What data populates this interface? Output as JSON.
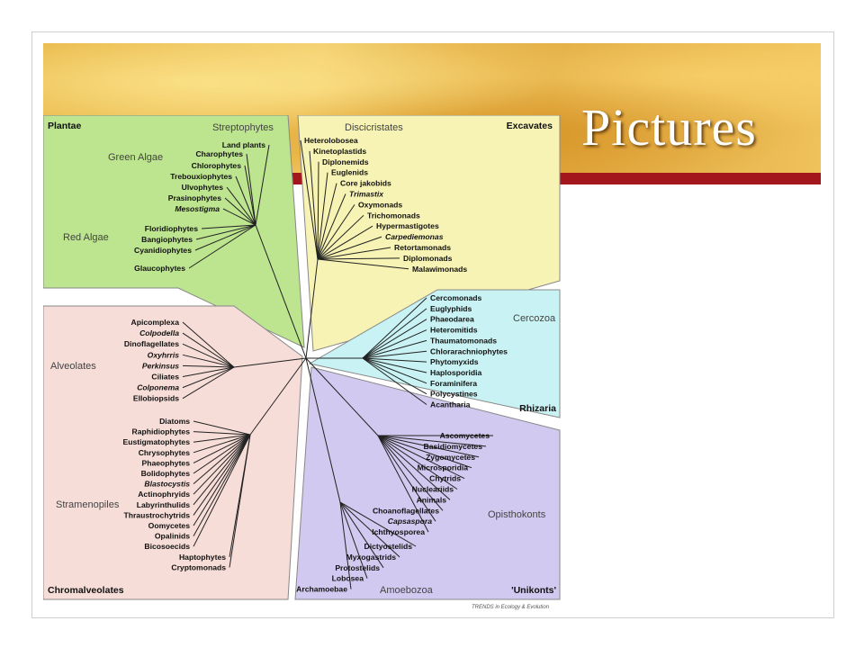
{
  "slide": {
    "title": "Pictures"
  },
  "figure": {
    "credit": "TRENDS in Ecology & Evolution",
    "supergroups": {
      "plantae": "Plantae",
      "excavates": "Excavates",
      "rhizaria": "Rhizaria",
      "unikonts": "'Unikonts'",
      "chromalveolates": "Chromalveolates"
    },
    "groups": {
      "streptophytes": "Streptophytes",
      "green_algae": "Green Algae",
      "red_algae": "Red Algae",
      "discicristates": "Discicristates",
      "cercozoa": "Cercozoa",
      "alveolates": "Alveolates",
      "stramenopiles": "Stramenopiles",
      "opisthokonts": "Opisthokonts",
      "amoebozoa": "Amoebozoa"
    },
    "taxa": {
      "plantae": [
        "Land plants",
        "Charophytes",
        "Chlorophytes",
        "Trebouxiophytes",
        "Ulvophytes",
        "Prasinophytes",
        "Mesostigma",
        "Floridiophytes",
        "Bangiophytes",
        "Cyanidiophytes",
        "Glaucophytes"
      ],
      "excavates": [
        "Heterolobosea",
        "Kinetoplastids",
        "Diplonemids",
        "Euglenids",
        "Core jakobids",
        "Trimastix",
        "Oxymonads",
        "Trichomonads",
        "Hypermastigotes",
        "Carpediemonas",
        "Retortamonads",
        "Diplomonads",
        "Malawimonads"
      ],
      "rhizaria": [
        "Cercomonads",
        "Euglyphids",
        "Phaeodarea",
        "Heteromitids",
        "Thaumatomonads",
        "Chlorarachniophytes",
        "Phytomyxids",
        "Haplosporidia",
        "Foraminifera",
        "Polycystines",
        "Acantharia"
      ],
      "alveolates": [
        "Apicomplexa",
        "Colpodella",
        "Dinoflagellates",
        "Oxyhrris",
        "Perkinsus",
        "Ciliates",
        "Colponema",
        "Ellobiopsids"
      ],
      "stramenopiles": [
        "Diatoms",
        "Raphidiophytes",
        "Eustigmatophytes",
        "Chrysophytes",
        "Phaeophytes",
        "Bolidophytes",
        "Blastocystis",
        "Actinophryids",
        "Labyrinthulids",
        "Thraustrochytrids",
        "Oomycetes",
        "Opalinids",
        "Bicosoecids",
        "Haptophytes",
        "Cryptomonads"
      ],
      "opisthokonts": [
        "Ascomycetes",
        "Basidiomycetes",
        "Zygomycetes",
        "Microsporidia",
        "Chytrids",
        "Nucleariids",
        "Animals",
        "Choanoflagellates",
        "Capsaspora",
        "Ichthyosporea"
      ],
      "amoebozoa": [
        "Dictyostelids",
        "Myxogastrids",
        "Protostelids",
        "Lobosea",
        "Archamoebae"
      ]
    },
    "italic_taxa": [
      "Mesostigma",
      "Trimastix",
      "Carpediemonas",
      "Colpodella",
      "Oxyhrris",
      "Perkinsus",
      "Colponema",
      "Blastocystis",
      "Capsaspora"
    ],
    "colors": {
      "plantae": "#bde48f",
      "excavates": "#f7f3b5",
      "rhizaria": "#c8f2f3",
      "unikonts": "#d1c9ef",
      "chromalveolates": "#f6ddd7",
      "title_band_red": "#a3171c"
    }
  }
}
